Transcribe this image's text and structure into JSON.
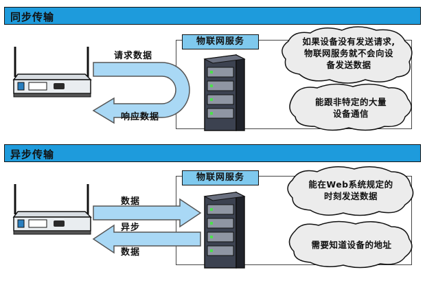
{
  "sections": [
    {
      "title": "同步传输",
      "service_label": "物联网服务",
      "arrow_labels": [
        "请求数据",
        "响应数据"
      ],
      "clouds": [
        {
          "lines": [
            "如果设备没有发送请求,",
            "物联网服务就不会向设",
            "备发送数据"
          ]
        },
        {
          "lines": [
            "能跟非特定的大量",
            "设备通信"
          ]
        }
      ]
    },
    {
      "title": "异步传输",
      "service_label": "物联网服务",
      "arrow_labels": [
        "数据",
        "异步",
        "数据"
      ],
      "clouds": [
        {
          "lines": [
            "能在Web系统规定的",
            "时刻发送数据"
          ]
        },
        {
          "lines": [
            "需要知道设备的地址"
          ]
        }
      ]
    }
  ],
  "colors": {
    "banner": "#1e9bdc",
    "service_label": "#7fc9ee",
    "arrow": "#a9d8f5",
    "server": "#2b2f3a"
  }
}
